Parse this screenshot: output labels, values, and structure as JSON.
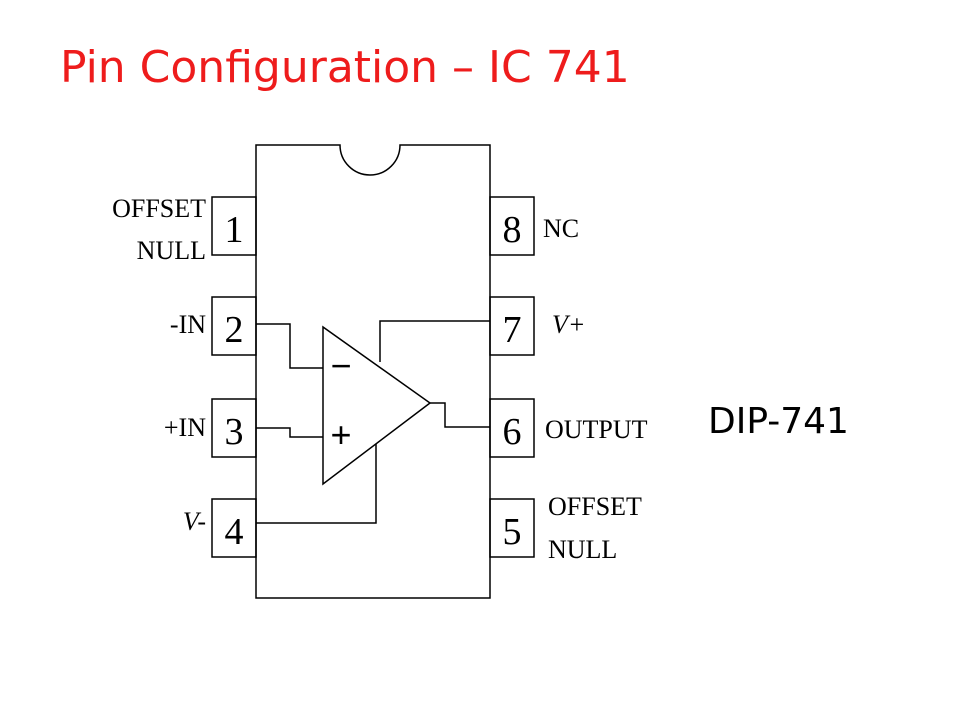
{
  "title": "Pin Configuration – IC 741",
  "caption": "DIP-741",
  "title_color": "#ee1c1c",
  "pins": [
    {
      "number": "1",
      "label_lines": [
        "OFFSET",
        "NULL"
      ]
    },
    {
      "number": "2",
      "label_lines": [
        "-IN"
      ]
    },
    {
      "number": "3",
      "label_lines": [
        "+IN"
      ]
    },
    {
      "number": "4",
      "label_lines": [
        "V-"
      ]
    },
    {
      "number": "5",
      "label_lines": [
        "OFFSET",
        "NULL"
      ]
    },
    {
      "number": "6",
      "label_lines": [
        "OUTPUT"
      ]
    },
    {
      "number": "7",
      "label_lines": [
        "V+"
      ]
    },
    {
      "number": "8",
      "label_lines": [
        "NC"
      ]
    }
  ],
  "opamp": {
    "minus_symbol": "−",
    "plus_symbol": "+"
  }
}
